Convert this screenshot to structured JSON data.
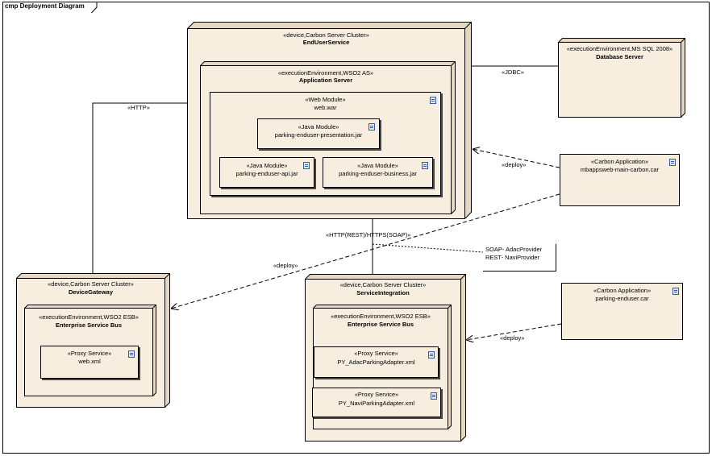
{
  "frame": {
    "title": "cmp Deployment Diagram"
  },
  "nodes": {
    "enduser": {
      "stereotype": "«device,Carbon Server Cluster»",
      "name": "EndUserService"
    },
    "appserver": {
      "stereotype": "«executionEnvironment,WSO2 AS»",
      "name": "Application Server"
    },
    "webwar": {
      "stereotype": "«Web Module»",
      "name": "web.war"
    },
    "presentation": {
      "stereotype": "«Java Module»",
      "name": "parking-enduser-presentation.jar"
    },
    "api": {
      "stereotype": "«Java Module»",
      "name": "parking-enduser-api.jar"
    },
    "business": {
      "stereotype": "«Java Module»",
      "name": "parking-enduser-business.jar"
    },
    "database": {
      "stereotype": "«executionEnvironment,MS SQL 2008»",
      "name": "Database Server"
    },
    "carbon1": {
      "stereotype": "«Carbon Application»",
      "name": "mbappsweb-main-carbon.car"
    },
    "gateway": {
      "stereotype": "«device,Carbon Server Cluster»",
      "name": "DeviceGateway"
    },
    "esb1": {
      "stereotype": "«executionEnvironment,WSO2 ESB»",
      "name": "Enterprise Service Bus"
    },
    "proxy1": {
      "stereotype": "«Proxy Service»",
      "name": "web.xml"
    },
    "integration": {
      "stereotype": "«device,Carbon Server Cluster»",
      "name": "ServiceIntegration"
    },
    "esb2": {
      "stereotype": "«executionEnvironment,WSO2 ESB»",
      "name": "Enterprise Service Bus"
    },
    "proxy2": {
      "stereotype": "«Proxy Service»",
      "name": "PY_AdacParkingAdapter.xml"
    },
    "proxy3": {
      "stereotype": "«Proxy Service»",
      "name": "PY_NaviParkingAdapter.xml"
    },
    "carbon2": {
      "stereotype": "«Carbon Application»",
      "name": "parking-enduser.car"
    }
  },
  "connectors": {
    "http": "«HTTP»",
    "jdbc": "«JDBC»",
    "deploy1": "«deploy»",
    "deploy2": "«deploy»",
    "deploy3": "«deploy»",
    "soap": "«HTTP(REST)/HTTPS(SOAP)»"
  },
  "note": {
    "line1": "SOAP- AdacProvider",
    "line2": "REST- NaviProvider"
  }
}
